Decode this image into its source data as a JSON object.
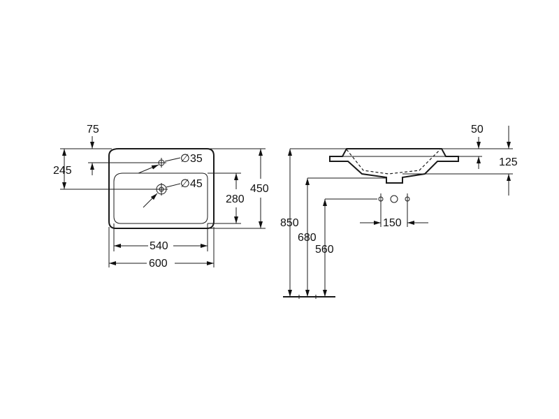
{
  "top_view": {
    "dim_75": "75",
    "dim_245": "245",
    "dim_35": "∅35",
    "dim_45": "∅45",
    "dim_280": "280",
    "dim_450": "450",
    "dim_540": "540",
    "dim_600": "600"
  },
  "side_view": {
    "dim_50": "50",
    "dim_125": "125",
    "dim_850": "850",
    "dim_680": "680",
    "dim_560": "560",
    "dim_150": "150"
  }
}
